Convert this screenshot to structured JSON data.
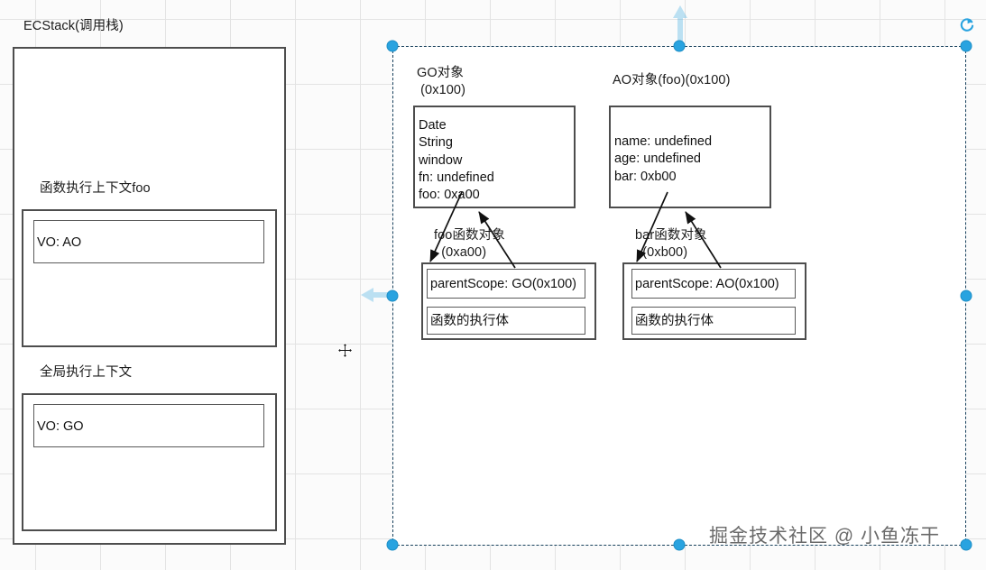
{
  "canvas": {
    "grid": true,
    "background": "#fbfbfb",
    "grid_color": "#e3e3e3",
    "accent": "#29a3e0",
    "selection_border": "#17405c"
  },
  "ecstack": {
    "title": "ECStack(调用栈)",
    "foo_context_label": "函数执行上下文foo",
    "foo_vo": "VO: AO",
    "global_context_label": "全局执行上下文",
    "global_vo": "VO: GO"
  },
  "scope_panel": {
    "go": {
      "label": "GO对象\n (0x100)",
      "entries": "Date\nString\nwindow\nfn: undefined\nfoo: 0xa00"
    },
    "ao": {
      "label": "AO对象(foo)(0x100)",
      "entries": "name: undefined\nage: undefined\nbar: 0xb00"
    },
    "foo_function": {
      "label": "foo函数对象\n  (0xa00)",
      "parent_scope": "parentScope: GO(0x100)",
      "body": "函数的执行体"
    },
    "bar_function": {
      "label": "bar函数对象\n  (0xb00)",
      "parent_scope": "parentScope: AO(0x100)",
      "body": "函数的执行体"
    }
  },
  "selection": {
    "handles": [
      "top-left",
      "top-center",
      "top-right",
      "middle-left",
      "middle-right",
      "bottom-left",
      "bottom-center",
      "bottom-right"
    ],
    "rotate_icon": "rotate-icon",
    "cursor": "move-cursor"
  },
  "watermark": "掘金技术社区 @ 小鱼冻干"
}
